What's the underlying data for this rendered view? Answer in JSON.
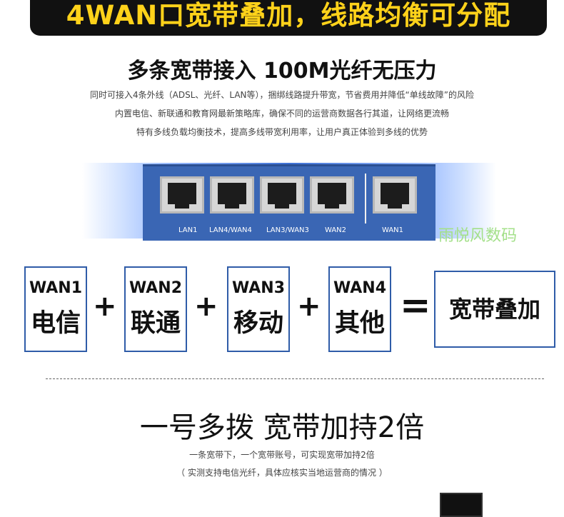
{
  "banner": {
    "title": "4WAN口宽带叠加，线路均衡可分配"
  },
  "section1": {
    "title": "多条宽带接入  100M光纤无压力",
    "lines": [
      "同时可接入4条外线（ADSL、光纤、LAN等），捆绑线路提升带宽，节省费用并降低“单线故障”的风险",
      "内置电信、新联通和教育网最新策略库，确保不同的运营商数据各行其道，让网络更流畅",
      "特有多线负载均衡技术，提高多线带宽利用率，让用户真正体验到多线的优势"
    ]
  },
  "router": {
    "ports": [
      "LAN1",
      "LAN4/WAN4",
      "LAN3/WAN3",
      "WAN2",
      "WAN1"
    ]
  },
  "watermark": "雨悦风数码",
  "equation": {
    "boxes": [
      {
        "wan": "WAN1",
        "isp": "电信"
      },
      {
        "wan": "WAN2",
        "isp": "联通"
      },
      {
        "wan": "WAN3",
        "isp": "移动"
      },
      {
        "wan": "WAN4",
        "isp": "其他"
      }
    ],
    "plus": "+",
    "equals": "=",
    "result": "宽带叠加"
  },
  "section2": {
    "title": "一号多拨  宽带加持2倍",
    "lines": [
      "一条宽带下，一个宽带账号，可实现宽带加持2倍",
      "（ 实测支持电信光纤，具体应核实当地运营商的情况 ）"
    ]
  },
  "colors": {
    "banner_bg": "#111111",
    "banner_text": "#ffd21a",
    "router_blue": "#3a66b4",
    "box_border": "#2f5ca8"
  }
}
